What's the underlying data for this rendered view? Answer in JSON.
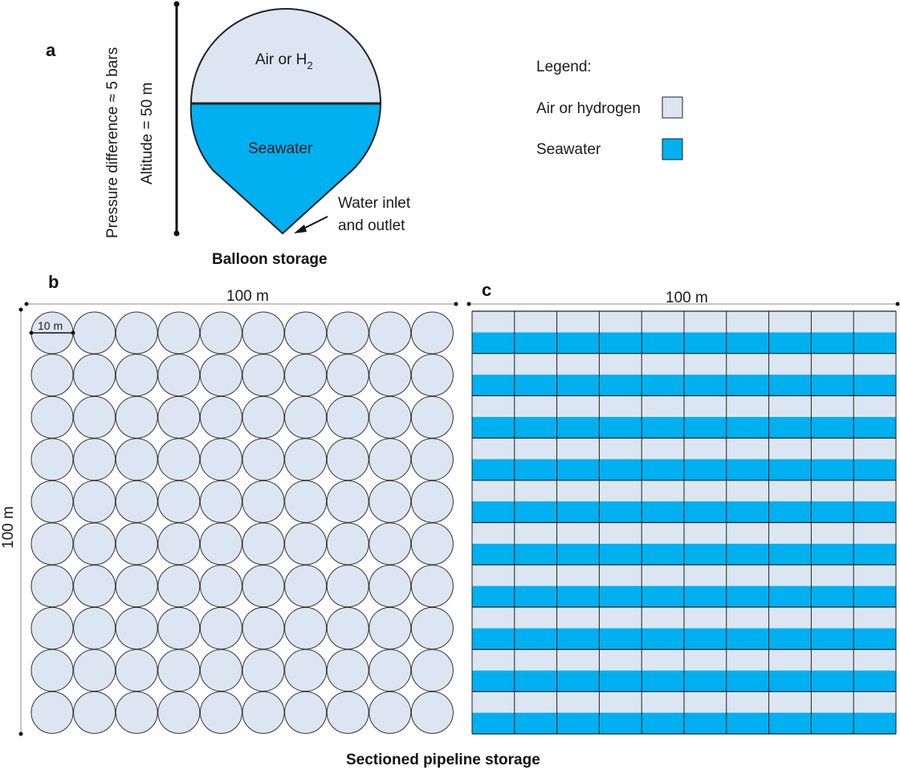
{
  "colors": {
    "air": "#dce6f2",
    "seawater": "#00b0f0",
    "outline": "#222222"
  },
  "panel_a": {
    "letter": "a",
    "pressure_label": "Pressure difference ≈ 5 bars",
    "altitude_label": "Altitude = 50 m",
    "air_label_main": "Air or H",
    "air_label_sub": "2",
    "seawater_label": "Seawater",
    "inlet_line1": "Water inlet",
    "inlet_line2": "and outlet",
    "caption": "Balloon storage"
  },
  "legend": {
    "title": "Legend:",
    "items": [
      {
        "label": "Air or hydrogen",
        "color": "#dce6f2"
      },
      {
        "label": "Seawater",
        "color": "#00b0f0"
      }
    ]
  },
  "panel_b": {
    "letter": "b",
    "width_label": "100 m",
    "height_label": "100 m",
    "diameter_label": "10 m",
    "rows": 10,
    "cols": 10
  },
  "panel_c": {
    "letter": "c",
    "width_label": "100 m",
    "rows": 10,
    "cols": 10
  },
  "caption_bottom": "Sectioned pipeline storage"
}
